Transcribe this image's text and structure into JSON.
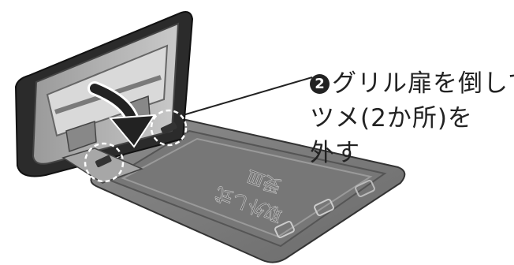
{
  "callout": {
    "step_number": "2",
    "lines": [
      "グリル扉を倒して",
      "ツメ(2か所)を",
      "外す"
    ]
  },
  "tray_embossing": {
    "line1": "取外し式",
    "line2": "受皿"
  },
  "colors": {
    "tray_fill": "#7a7a7a",
    "frame_dark": "#2b2b2b",
    "arrow": "#222222"
  }
}
